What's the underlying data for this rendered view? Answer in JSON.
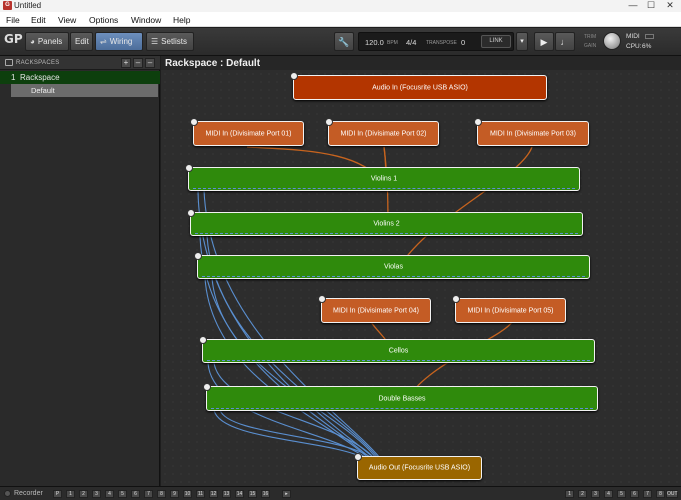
{
  "window": {
    "title": "Untitled",
    "minimize": "—",
    "maximize": "☐",
    "close": "✕"
  },
  "menu": [
    "File",
    "Edit",
    "View",
    "Options",
    "Window",
    "Help"
  ],
  "toolbar": {
    "logo": "GP",
    "panels": "Panels",
    "edit": "Edit",
    "wiring": "Wiring",
    "setlists": "Setlists",
    "tempo": "120.0",
    "bpm": "BPM",
    "time_sig": "4/4",
    "transpose_label": "TRANSPOSE",
    "transpose": "0",
    "link": "LINK",
    "trim": "TRIM",
    "gain": "GAIN",
    "midi": "MIDI",
    "cpu_label": "CPU:",
    "cpu": "6%"
  },
  "sidebar": {
    "header": "RACKSPACES",
    "add": "+",
    "remove_a": "–",
    "remove_b": "–",
    "rack_index": "1",
    "rack_name": "Rackspace",
    "variation": "Default"
  },
  "main": {
    "title": "Rackspace : Default"
  },
  "blocks": {
    "audio_in": "Audio In (Focusrite USB ASIO)",
    "midi1": "MIDI In (Divisimate Port 01)",
    "midi2": "MIDI In (Divisimate Port 02)",
    "midi3": "MIDI In (Divisimate Port 03)",
    "midi4": "MIDI In (Divisimate Port 04)",
    "midi5": "MIDI In (Divisimate Port 05)",
    "violins1": "Violins 1",
    "violins2": "Violins 2",
    "violas": "Violas",
    "cellos": "Cellos",
    "basses": "Double Basses",
    "audio_out": "Audio Out (Focusrite USB ASIO)"
  },
  "bottom": {
    "recorder": "Recorder",
    "prev": "P",
    "numbers": [
      "1",
      "2",
      "3",
      "4",
      "5",
      "6",
      "7",
      "8",
      "9",
      "10",
      "11",
      "12",
      "13",
      "14",
      "15",
      "16"
    ],
    "right_numbers": [
      "1",
      "2",
      "3",
      "4",
      "5",
      "6",
      "7",
      "8"
    ],
    "out": "OUT"
  },
  "colors": {
    "audio_in": "#b33500",
    "midi": "#c45c25",
    "plugin": "#2f8a0c",
    "audio_out": "#9a6600",
    "wire_midi": "#c8641e",
    "wire_audio": "#5a8fd0"
  }
}
